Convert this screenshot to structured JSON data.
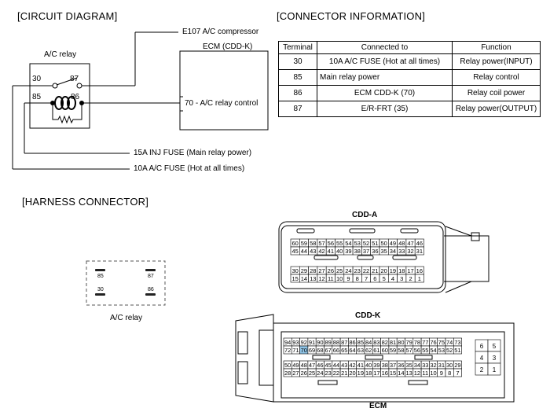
{
  "circuit": {
    "title": "[CIRCUIT DIAGRAM]",
    "relay_label": "A/C relay",
    "pins": {
      "p30": "30",
      "p87": "87",
      "p85": "85",
      "p86": "86"
    },
    "compressor_label": "E107 A/C compressor",
    "ecm_label": "ECM (CDD-K)",
    "ecm_pin_label": "70 - A/C relay control",
    "fuse_main": "15A INJ FUSE (Main relay power)",
    "fuse_ac": "10A A/C FUSE (Hot at all times)"
  },
  "connector_info": {
    "title": "[CONNECTOR INFORMATION]",
    "headers": [
      "Terminal",
      "Connected to",
      "Function"
    ],
    "rows": [
      [
        "30",
        "10A A/C FUSE (Hot at all times)",
        "Relay power(INPUT)"
      ],
      [
        "85",
        "Main relay power",
        "Relay control"
      ],
      [
        "86",
        "ECM CDD-K (70)",
        "Relay coil power"
      ],
      [
        "87",
        "E/R-FRT (35)",
        "Relay power(OUTPUT)"
      ]
    ]
  },
  "harness": {
    "title": "[HARNESS CONNECTOR]",
    "relay_pins": [
      "85",
      "87",
      "30",
      "86"
    ],
    "relay_caption": "A/C relay",
    "cdda_title": "CDD-A",
    "cdda_rows": [
      [
        "60",
        "59",
        "58",
        "57",
        "56",
        "55",
        "54",
        "53",
        "52",
        "51",
        "50",
        "49",
        "48",
        "47",
        "46"
      ],
      [
        "45",
        "44",
        "43",
        "42",
        "41",
        "40",
        "39",
        "38",
        "37",
        "36",
        "35",
        "34",
        "33",
        "32",
        "31"
      ],
      [
        "30",
        "29",
        "28",
        "27",
        "26",
        "25",
        "24",
        "23",
        "22",
        "21",
        "20",
        "19",
        "18",
        "17",
        "16"
      ],
      [
        "15",
        "14",
        "13",
        "12",
        "11",
        "10",
        "9",
        "8",
        "7",
        "6",
        "5",
        "4",
        "3",
        "2",
        "1"
      ]
    ],
    "cddk_title": "CDD-K",
    "cddk_rows": [
      [
        "94",
        "93",
        "92",
        "91",
        "90",
        "89",
        "88",
        "87",
        "86",
        "85",
        "84",
        "83",
        "82",
        "81",
        "80",
        "79",
        "78",
        "77",
        "76",
        "75",
        "74",
        "73"
      ],
      [
        "72",
        "71",
        "70",
        "69",
        "68",
        "67",
        "66",
        "65",
        "64",
        "63",
        "62",
        "61",
        "60",
        "59",
        "58",
        "57",
        "56",
        "55",
        "54",
        "53",
        "52",
        "51"
      ],
      [
        "50",
        "49",
        "48",
        "47",
        "46",
        "45",
        "44",
        "43",
        "42",
        "41",
        "40",
        "39",
        "38",
        "37",
        "36",
        "35",
        "34",
        "33",
        "32",
        "31",
        "30",
        "29"
      ],
      [
        "28",
        "27",
        "26",
        "25",
        "24",
        "23",
        "22",
        "21",
        "20",
        "19",
        "18",
        "17",
        "16",
        "15",
        "14",
        "13",
        "12",
        "11",
        "10",
        "9",
        "8",
        "7"
      ]
    ],
    "cddk_side": [
      "6",
      "5",
      "4",
      "3",
      "2",
      "1"
    ],
    "highlight_pin": "70",
    "ecm_caption": "ECM"
  },
  "colors": {
    "highlight": "#8fc4e6",
    "line": "#000000"
  }
}
